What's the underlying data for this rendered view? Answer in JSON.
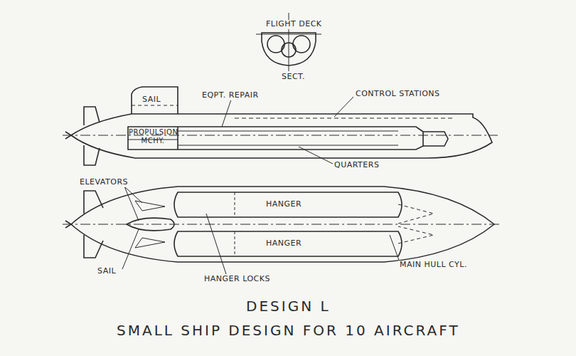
{
  "diagram": {
    "title": "DESIGN L",
    "caption": "SMALL SHIP DESIGN FOR 10 AIRCRAFT",
    "labels": [
      "FLIGHT DECK",
      "SECT.",
      "SAIL",
      "EQPT. REPAIR",
      "CONTROL STATIONS",
      "PROPULSION MCHY.",
      "QUARTERS",
      "ELEVATORS",
      "HANGER",
      "HANGER",
      "SAIL",
      "HANGER LOCKS",
      "MAIN HULL CYL."
    ]
  }
}
